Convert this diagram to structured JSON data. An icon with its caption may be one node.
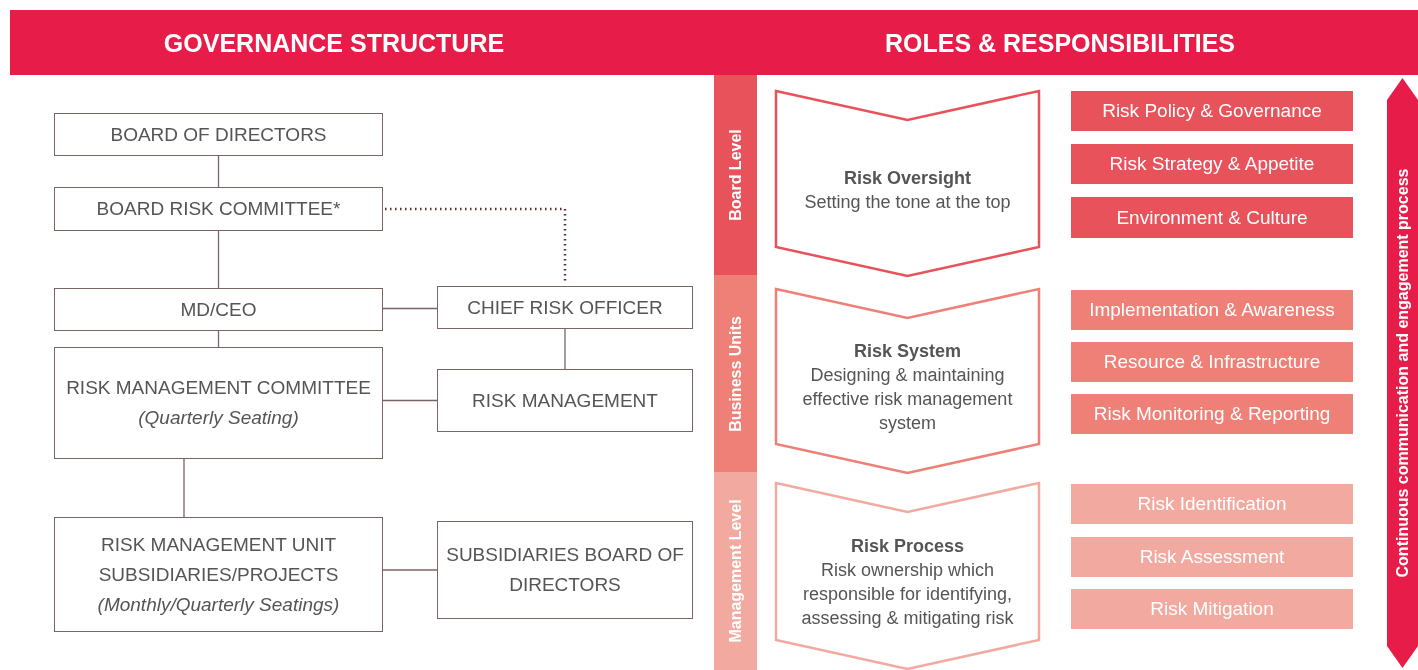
{
  "diagram": {
    "nodes": [
      {
        "text": [
          "BOARD OF DIRECTORS"
        ]
      },
      {
        "text": [
          "BOARD RISK COMMITTEE*"
        ]
      },
      {
        "text": [
          "MD/CEO"
        ]
      },
      {
        "text": [
          "CHIEF RISK OFFICER"
        ]
      },
      {
        "text": [
          "RISK MANAGEMENT COMMITTEE",
          "(Quarterly Seating)"
        ]
      },
      {
        "text": [
          "RISK MANAGEMENT"
        ]
      },
      {
        "text": [
          "RISK MANAGEMENT UNIT SUBSIDIARIES/PROJECTS",
          "(Monthly/Quarterly Seatings)"
        ]
      },
      {
        "text": [
          "SUBSIDIARIES BOARD OF DIRECTORS"
        ]
      },
      {
        "text": [
          "Board Level"
        ]
      },
      {
        "text": [
          "Business Units"
        ]
      },
      {
        "text": [
          "Management Level"
        ]
      },
      {
        "text": [
          "Risk Oversight",
          "Setting the tone at the top"
        ]
      },
      {
        "text": [
          "Risk System",
          "Designing & maintaining effective risk management system"
        ]
      },
      {
        "text": [
          "Risk Process",
          "Risk ownership which responsible for identifying, assessing & mitigating risk"
        ]
      },
      {
        "text": [
          "Risk Policy & Governance"
        ]
      },
      {
        "text": [
          "Risk Strategy & Appetite"
        ]
      },
      {
        "text": [
          "Environment & Culture"
        ]
      },
      {
        "text": [
          "Implementation & Awareness"
        ]
      },
      {
        "text": [
          "Resource & Infrastructure"
        ]
      },
      {
        "text": [
          "Risk Monitoring & Reporting"
        ]
      },
      {
        "text": [
          "Risk Identification"
        ]
      },
      {
        "text": [
          "Risk Assessment"
        ]
      },
      {
        "text": [
          "Risk Mitigation"
        ]
      },
      {
        "text": [
          "Continuous communication and engagement process"
        ]
      }
    ],
    "edges": [
      {
        "from": 0,
        "to": 1,
        "arrow": "none"
      },
      {
        "from": 1,
        "to": 2,
        "arrow": "none"
      },
      {
        "from": 1,
        "to": 3,
        "arrow": "none",
        "style": "dashed"
      },
      {
        "from": 2,
        "to": 3,
        "arrow": "none"
      },
      {
        "from": 2,
        "to": 4,
        "arrow": "none"
      },
      {
        "from": 3,
        "to": 5,
        "arrow": "none"
      },
      {
        "from": 4,
        "to": 5,
        "arrow": "none"
      },
      {
        "from": 4,
        "to": 6,
        "arrow": "none"
      },
      {
        "from": 6,
        "to": 7,
        "arrow": "none"
      }
    ],
    "labels": [
      "GOVERNANCE STRUCTURE",
      "ROLES & RESPONSIBILITIES"
    ]
  }
}
